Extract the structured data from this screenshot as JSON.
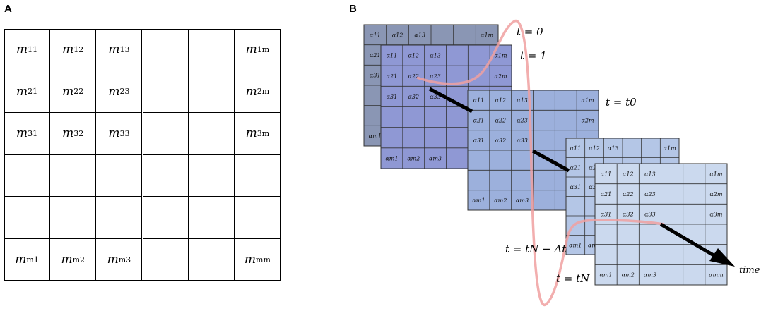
{
  "panel_a": {
    "letter": "A",
    "cells": [
      [
        "m11",
        "m12",
        "m13",
        "",
        "",
        "m1m"
      ],
      [
        "m21",
        "m22",
        "m23",
        "",
        "",
        "m2m"
      ],
      [
        "m31",
        "m32",
        "m33",
        "",
        "",
        "m3m"
      ],
      [
        "",
        "",
        "",
        "",
        "",
        ""
      ],
      [
        "",
        "",
        "",
        "",
        "",
        ""
      ],
      [
        "mm1",
        "mm2",
        "mm3",
        "",
        "",
        "mmm"
      ]
    ]
  },
  "panel_b": {
    "letter": "B",
    "cell_rows": [
      [
        "α11",
        "α12",
        "α13",
        "",
        "",
        "α1m"
      ],
      [
        "α21",
        "α22",
        "α23",
        "",
        "",
        "α2m"
      ],
      [
        "α31",
        "α32",
        "α33",
        "",
        "",
        "α3m"
      ],
      [
        "",
        "",
        "",
        "",
        "",
        ""
      ],
      [
        "",
        "",
        "",
        "",
        "",
        ""
      ],
      [
        "αm1",
        "αm2",
        "αm3",
        "",
        "",
        "αmm"
      ]
    ],
    "time_labels": {
      "t0": "t = 0",
      "t1": "t = 1",
      "tt0": "t = t0",
      "tN_minus": "t = tN − Δt",
      "tN": "t = tN"
    },
    "axis_label": "time",
    "colors": {
      "layer1": "#8a96b4",
      "layer2": "#8f98d4",
      "layer3": "#9cb0dc",
      "layer4": "#b4c6e6",
      "layer5": "#cbd9ee",
      "curve": "#f0a0a0",
      "arrow": "#000000"
    }
  }
}
